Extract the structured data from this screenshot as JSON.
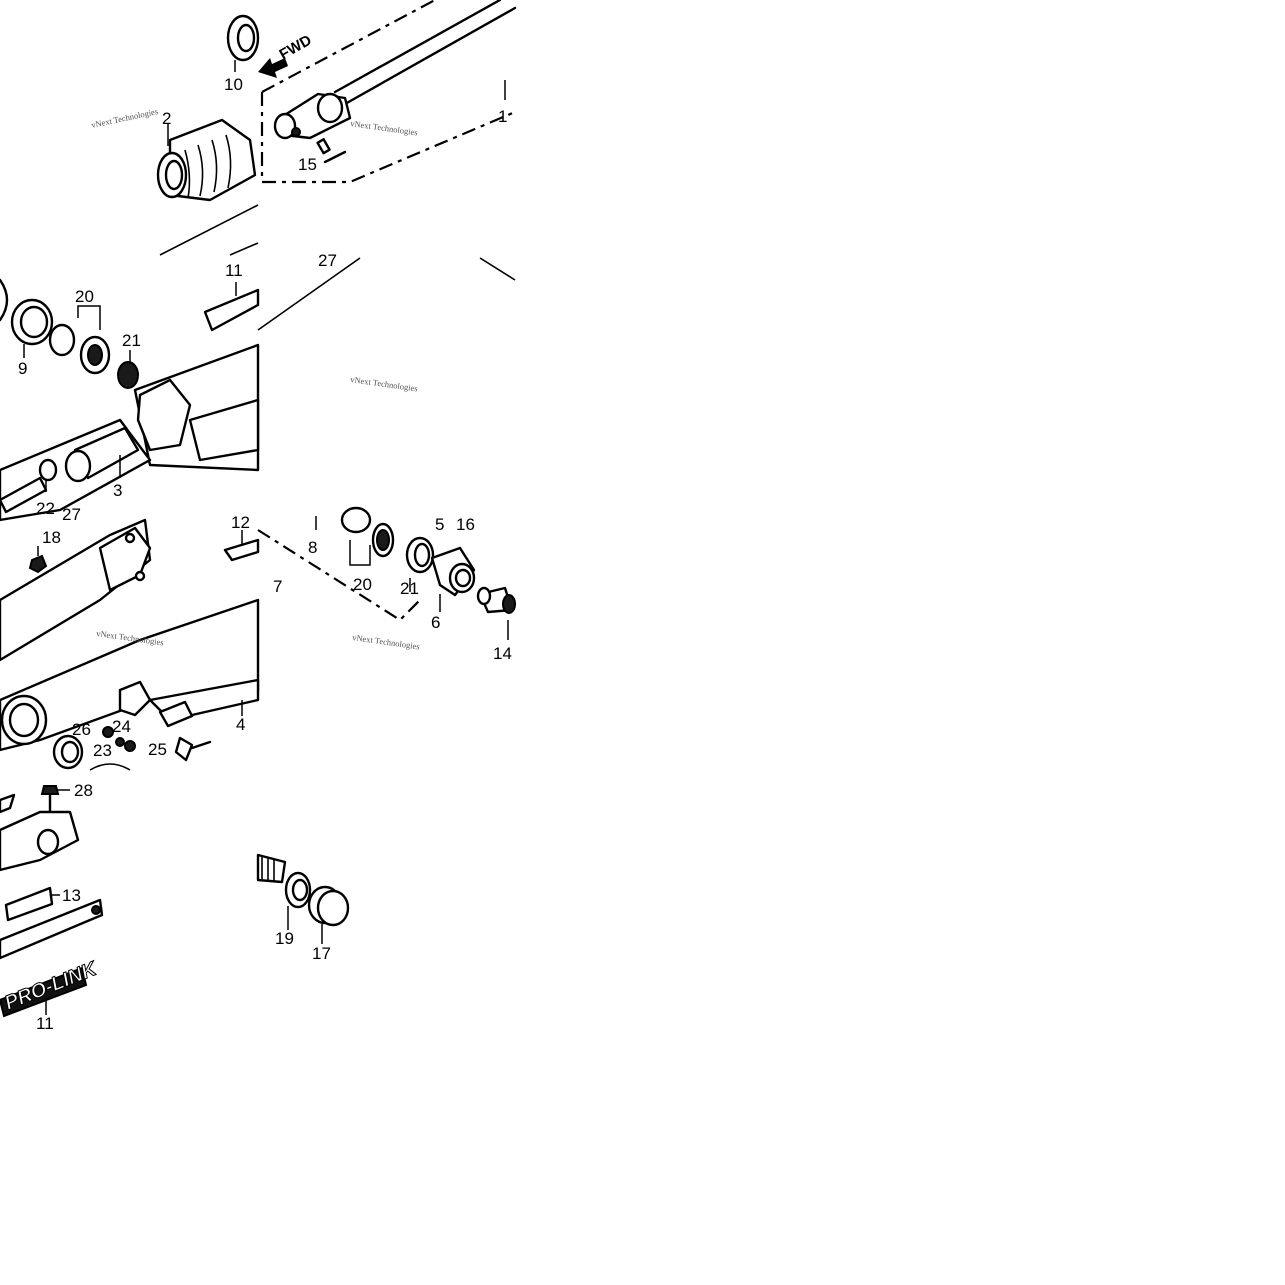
{
  "diagram": {
    "forward_arrow_label": "FWD",
    "watermark": "vNext Technologies",
    "logo_text": "PRO-LINK",
    "callouts": {
      "c1": "1",
      "c2": "2",
      "c3": "3",
      "c4": "4",
      "c5": "5",
      "c6": "6",
      "c7": "7",
      "c8": "8",
      "c9": "9",
      "c10": "10",
      "c11a": "11",
      "c11b": "11",
      "c12": "12",
      "c13": "13",
      "c14": "14",
      "c15": "15",
      "c16": "16",
      "c17": "17",
      "c18": "18",
      "c19": "19",
      "c20a": "20",
      "c20b": "20",
      "c21a": "21",
      "c21b": "21",
      "c22": "22",
      "c23": "23",
      "c24": "24",
      "c25": "25",
      "c26": "26",
      "c27a": "27",
      "c27b": "27",
      "c28": "28"
    }
  }
}
